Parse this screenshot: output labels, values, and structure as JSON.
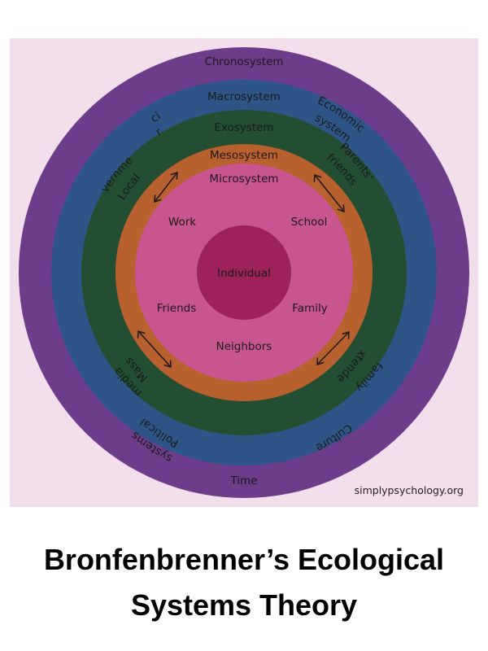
{
  "diagram": {
    "colors": {
      "background": "#f3dfec",
      "chronosystem": "#6b3d8a",
      "macrosystem": "#2f5588",
      "exosystem": "#234e32",
      "mesosystem": "#b8602e",
      "microsystem": "#c85590",
      "individual": "#9c2259"
    },
    "rings": {
      "chronosystem": "Chronosystem",
      "macrosystem": "Macrosystem",
      "exosystem": "Exosystem",
      "mesosystem": "Mesosystem",
      "microsystem": "Microsystem",
      "individual": "Individual"
    },
    "chronosystem_items": {
      "time": "Time"
    },
    "macrosystem_items": {
      "social_norms": [
        "Social",
        "norms"
      ],
      "economic_system": [
        "Economic",
        "system"
      ],
      "political_systems": [
        "Political",
        "systems"
      ],
      "culture": "Culture"
    },
    "exosystem_items": {
      "local_governments": [
        "Local",
        "governments"
      ],
      "parents_friends": [
        "Parents'",
        "friends"
      ],
      "mass_media": [
        "Mass",
        "media"
      ],
      "extended_family": [
        "Extended",
        "family"
      ]
    },
    "microsystem_items": {
      "work": "Work",
      "school": "School",
      "friends": "Friends",
      "family": "Family",
      "neighbors": "Neighbors"
    },
    "watermark": "simplypsychology.org"
  },
  "title": {
    "line1": "Bronfenbrenner’s Ecological",
    "line2": "Systems Theory"
  }
}
